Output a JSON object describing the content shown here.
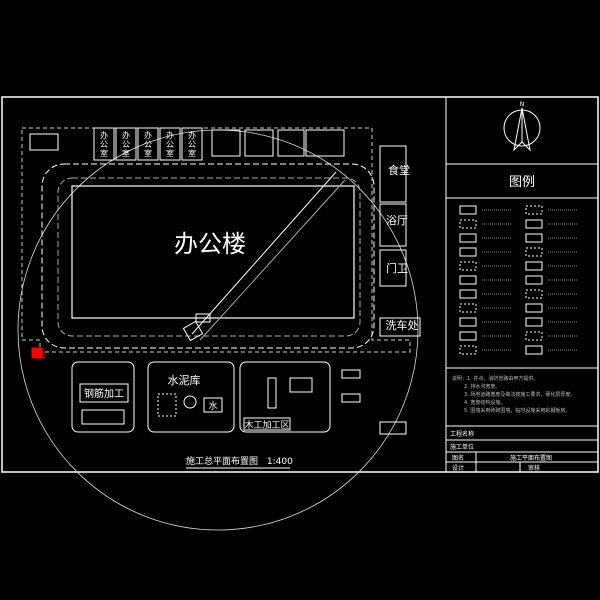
{
  "drawing": {
    "title": "施工总平面布置图",
    "scale": "1:400",
    "colors": {
      "background": "#000000",
      "lines": "#ffffff",
      "accent": "#ff0000",
      "dim": "#bbbbbb"
    },
    "main_building": "办公楼",
    "offices": [
      "办公室",
      "办公室",
      "办公室",
      "办公室",
      "办公室"
    ],
    "car_wash": "洗车处",
    "rebar_yard": "钢筋加工",
    "cement_store": "水泥库",
    "cement_sub": "水",
    "woodwork": "木工加工区",
    "right_labels": [
      "食堂",
      "浴厅",
      "门卫"
    ]
  },
  "legend": {
    "north_letter": "N",
    "title": "图例",
    "notes": [
      "说明：1. 井点、消防管路由甲方提供。",
      "2. 排水沟宽度。",
      "3. 场地道路宽度及做法按施工要求，硬化层厚度。",
      "4. 宽度结构设施。",
      "5. 围墙采用砖砌围墙，临时设施采用彩钢板房。"
    ]
  },
  "title_block": {
    "project_label": "工程名称",
    "unit_label": "施工单位",
    "drawing_label": "图名",
    "drawing_value": "施工平面布置图",
    "design_label": "设计",
    "review_label": "审核"
  }
}
